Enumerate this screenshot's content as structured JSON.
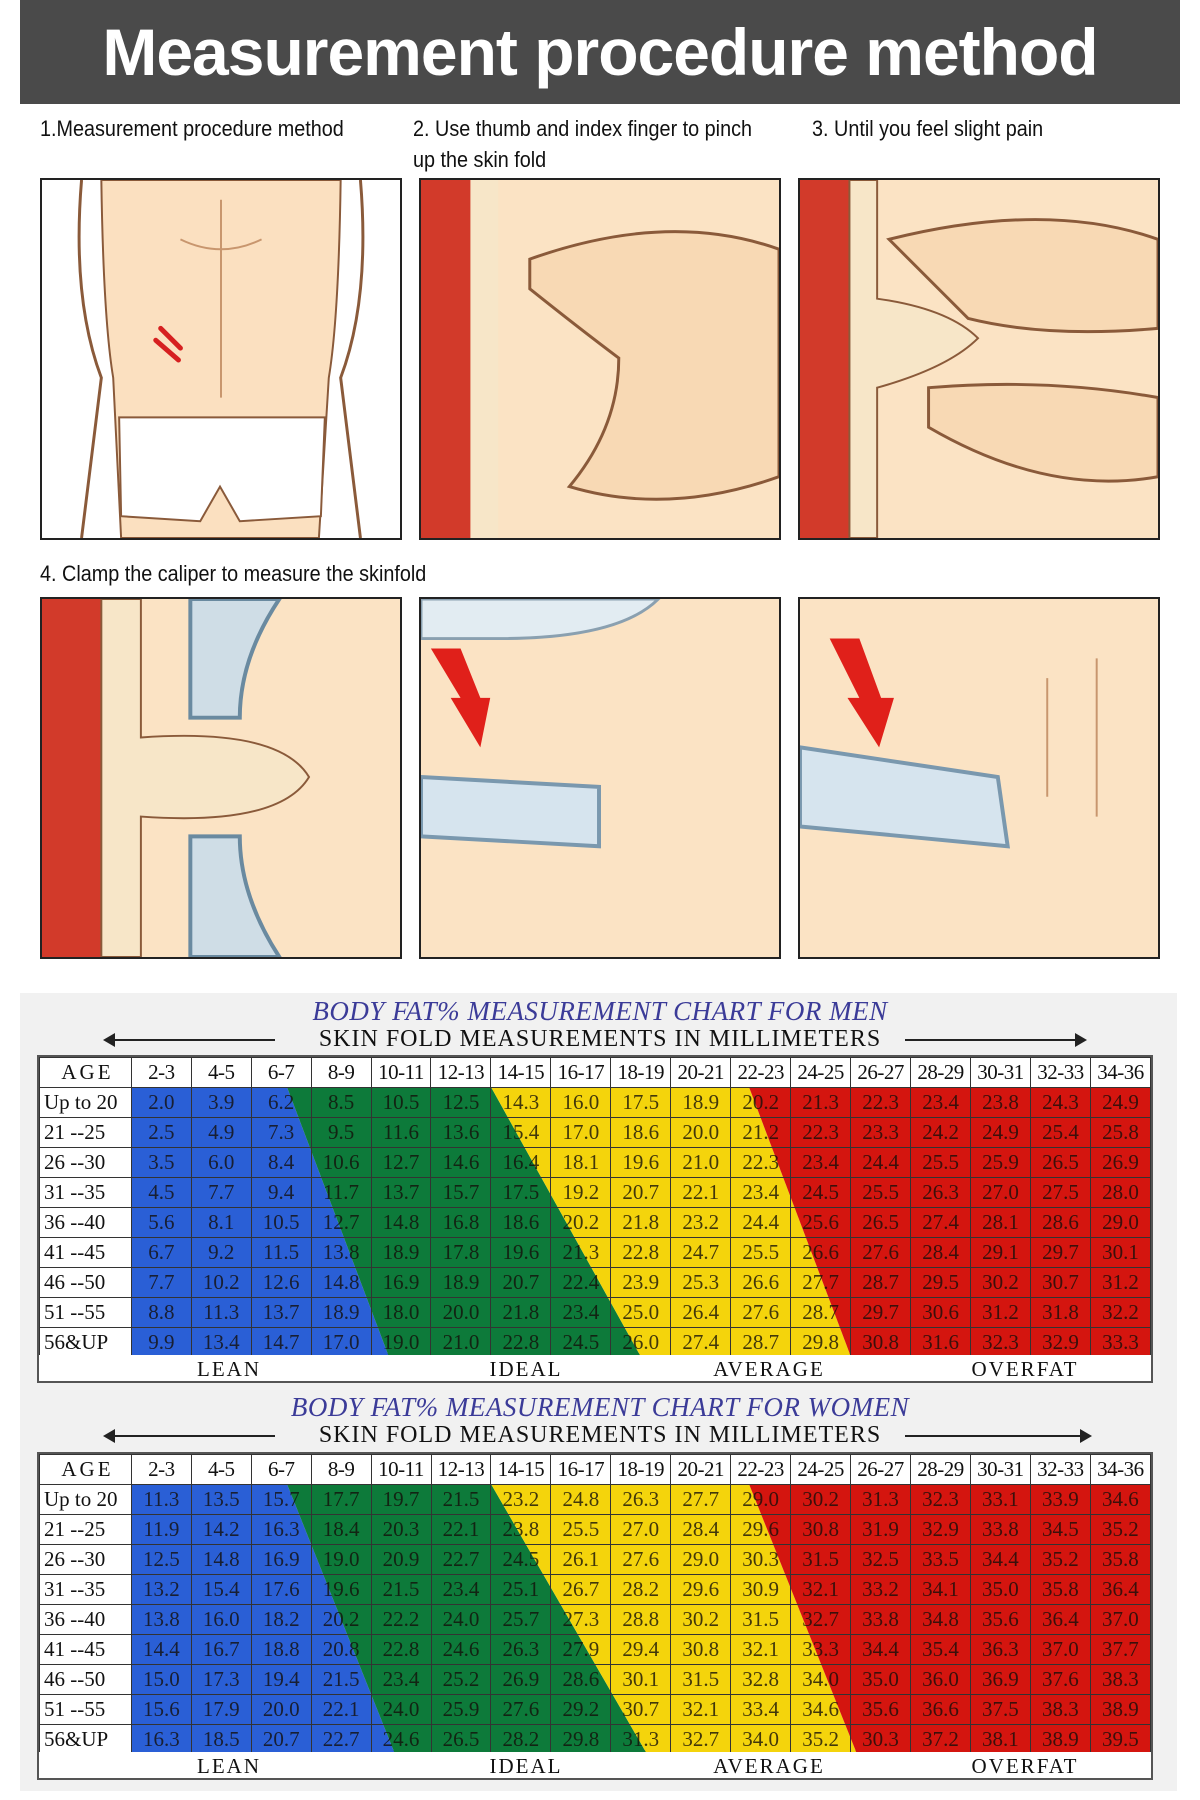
{
  "header": {
    "title": "Measurement procedure method"
  },
  "steps": {
    "s1": "1.Measurement procedure method",
    "s2": "2. Use thumb and index finger to pinch up the skin fold",
    "s3": "3. Until you feel slight pain",
    "s4": "4. Clamp the caliper to measure the skinfold"
  },
  "colors": {
    "lean": "#2a5fd6",
    "ideal": "#0d7a3a",
    "average": "#f4d40c",
    "overfat": "#d4150f"
  },
  "men": {
    "title": "BODY FAT% MEASUREMENT CHART FOR MEN",
    "subtitle": "SKIN FOLD MEASUREMENTS IN MILLIMETERS",
    "age_header": "AGE",
    "columns": [
      "2-3",
      "4-5",
      "6-7",
      "8-9",
      "10-11",
      "12-13",
      "14-15",
      "16-17",
      "18-19",
      "20-21",
      "22-23",
      "24-25",
      "26-27",
      "28-29",
      "30-31",
      "32-33",
      "34-36"
    ],
    "rows": [
      {
        "age": "Up to 20",
        "values": [
          "2.0",
          "3.9",
          "6.2",
          "8.5",
          "10.5",
          "12.5",
          "14.3",
          "16.0",
          "17.5",
          "18.9",
          "20.2",
          "21.3",
          "22.3",
          "23.4",
          "23.8",
          "24.3",
          "24.9"
        ]
      },
      {
        "age": "21 --25",
        "values": [
          "2.5",
          "4.9",
          "7.3",
          "9.5",
          "11.6",
          "13.6",
          "15.4",
          "17.0",
          "18.6",
          "20.0",
          "21.2",
          "22.3",
          "23.3",
          "24.2",
          "24.9",
          "25.4",
          "25.8"
        ]
      },
      {
        "age": "26 --30",
        "values": [
          "3.5",
          "6.0",
          "8.4",
          "10.6",
          "12.7",
          "14.6",
          "16.4",
          "18.1",
          "19.6",
          "21.0",
          "22.3",
          "23.4",
          "24.4",
          "25.5",
          "25.9",
          "26.5",
          "26.9"
        ]
      },
      {
        "age": "31 --35",
        "values": [
          "4.5",
          "7.7",
          "9.4",
          "11.7",
          "13.7",
          "15.7",
          "17.5",
          "19.2",
          "20.7",
          "22.1",
          "23.4",
          "24.5",
          "25.5",
          "26.3",
          "27.0",
          "27.5",
          "28.0"
        ]
      },
      {
        "age": "36 --40",
        "values": [
          "5.6",
          "8.1",
          "10.5",
          "12.7",
          "14.8",
          "16.8",
          "18.6",
          "20.2",
          "21.8",
          "23.2",
          "24.4",
          "25.6",
          "26.5",
          "27.4",
          "28.1",
          "28.6",
          "29.0"
        ]
      },
      {
        "age": "41 --45",
        "values": [
          "6.7",
          "9.2",
          "11.5",
          "13.8",
          "18.9",
          "17.8",
          "19.6",
          "21.3",
          "22.8",
          "24.7",
          "25.5",
          "26.6",
          "27.6",
          "28.4",
          "29.1",
          "29.7",
          "30.1"
        ]
      },
      {
        "age": "46 --50",
        "values": [
          "7.7",
          "10.2",
          "12.6",
          "14.8",
          "16.9",
          "18.9",
          "20.7",
          "22.4",
          "23.9",
          "25.3",
          "26.6",
          "27.7",
          "28.7",
          "29.5",
          "30.2",
          "30.7",
          "31.2"
        ]
      },
      {
        "age": "51 --55",
        "values": [
          "8.8",
          "11.3",
          "13.7",
          "18.9",
          "18.0",
          "20.0",
          "21.8",
          "23.4",
          "25.0",
          "26.4",
          "27.6",
          "28.7",
          "29.7",
          "30.6",
          "31.2",
          "31.8",
          "32.2"
        ]
      },
      {
        "age": "56&UP",
        "values": [
          "9.9",
          "13.4",
          "14.7",
          "17.0",
          "19.0",
          "21.0",
          "22.8",
          "24.5",
          "26.0",
          "27.4",
          "28.7",
          "29.8",
          "30.8",
          "31.6",
          "32.3",
          "32.9",
          "33.3"
        ]
      }
    ],
    "legend": [
      "LEAN",
      "IDEAL",
      "AVERAGE",
      "OVERFAT"
    ]
  },
  "women": {
    "title": "BODY FAT% MEASUREMENT CHART FOR WOMEN",
    "subtitle": "SKIN FOLD MEASUREMENTS IN MILLIMETERS",
    "age_header": "AGE",
    "columns": [
      "2-3",
      "4-5",
      "6-7",
      "8-9",
      "10-11",
      "12-13",
      "14-15",
      "16-17",
      "18-19",
      "20-21",
      "22-23",
      "24-25",
      "26-27",
      "28-29",
      "30-31",
      "32-33",
      "34-36"
    ],
    "rows": [
      {
        "age": "Up to 20",
        "values": [
          "11.3",
          "13.5",
          "15.7",
          "17.7",
          "19.7",
          "21.5",
          "23.2",
          "24.8",
          "26.3",
          "27.7",
          "29.0",
          "30.2",
          "31.3",
          "32.3",
          "33.1",
          "33.9",
          "34.6"
        ]
      },
      {
        "age": "21 --25",
        "values": [
          "11.9",
          "14.2",
          "16.3",
          "18.4",
          "20.3",
          "22.1",
          "23.8",
          "25.5",
          "27.0",
          "28.4",
          "29.6",
          "30.8",
          "31.9",
          "32.9",
          "33.8",
          "34.5",
          "35.2"
        ]
      },
      {
        "age": "26 --30",
        "values": [
          "12.5",
          "14.8",
          "16.9",
          "19.0",
          "20.9",
          "22.7",
          "24.5",
          "26.1",
          "27.6",
          "29.0",
          "30.3",
          "31.5",
          "32.5",
          "33.5",
          "34.4",
          "35.2",
          "35.8"
        ]
      },
      {
        "age": "31 --35",
        "values": [
          "13.2",
          "15.4",
          "17.6",
          "19.6",
          "21.5",
          "23.4",
          "25.1",
          "26.7",
          "28.2",
          "29.6",
          "30.9",
          "32.1",
          "33.2",
          "34.1",
          "35.0",
          "35.8",
          "36.4"
        ]
      },
      {
        "age": "36 --40",
        "values": [
          "13.8",
          "16.0",
          "18.2",
          "20.2",
          "22.2",
          "24.0",
          "25.7",
          "27.3",
          "28.8",
          "30.2",
          "31.5",
          "32.7",
          "33.8",
          "34.8",
          "35.6",
          "36.4",
          "37.0"
        ]
      },
      {
        "age": "41 --45",
        "values": [
          "14.4",
          "16.7",
          "18.8",
          "20.8",
          "22.8",
          "24.6",
          "26.3",
          "27.9",
          "29.4",
          "30.8",
          "32.1",
          "33.3",
          "34.4",
          "35.4",
          "36.3",
          "37.0",
          "37.7"
        ]
      },
      {
        "age": "46 --50",
        "values": [
          "15.0",
          "17.3",
          "19.4",
          "21.5",
          "23.4",
          "25.2",
          "26.9",
          "28.6",
          "30.1",
          "31.5",
          "32.8",
          "34.0",
          "35.0",
          "36.0",
          "36.9",
          "37.6",
          "38.3"
        ]
      },
      {
        "age": "51 --55",
        "values": [
          "15.6",
          "17.9",
          "20.0",
          "22.1",
          "24.0",
          "25.9",
          "27.6",
          "29.2",
          "30.7",
          "32.1",
          "33.4",
          "34.6",
          "35.6",
          "36.6",
          "37.5",
          "38.3",
          "38.9"
        ]
      },
      {
        "age": "56&UP",
        "values": [
          "16.3",
          "18.5",
          "20.7",
          "22.7",
          "24.6",
          "26.5",
          "28.2",
          "29.8",
          "31.3",
          "32.7",
          "34.0",
          "35.2",
          "30.3",
          "37.2",
          "38.1",
          "38.9",
          "39.5"
        ]
      }
    ],
    "legend": [
      "LEAN",
      "IDEAL",
      "AVERAGE",
      "OVERFAT"
    ]
  }
}
